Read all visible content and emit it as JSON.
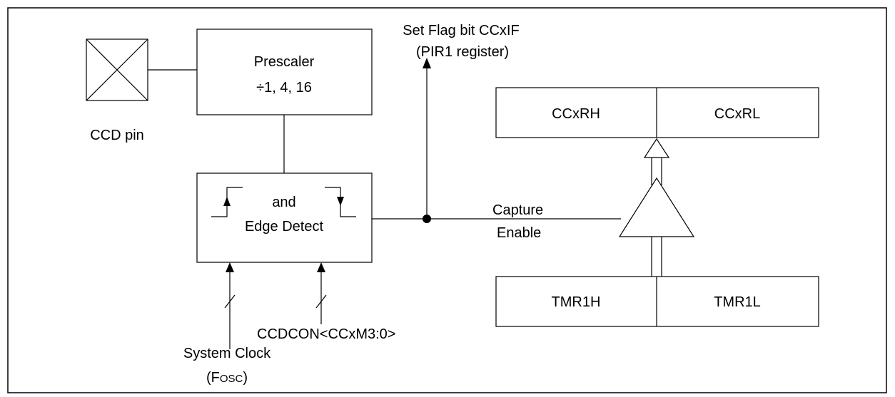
{
  "ccd_pin": {
    "label": "CCD pin"
  },
  "prescaler": {
    "title": "Prescaler",
    "ratios": "÷1, 4, 16"
  },
  "edge_detect": {
    "line1": "and",
    "line2": "Edge Detect"
  },
  "flag": {
    "line1": "Set Flag bit CCxIF",
    "line2": "(PIR1 register)"
  },
  "capture": {
    "line1": "Capture",
    "line2": "Enable"
  },
  "ccxr": {
    "high": "CCxRH",
    "low": "CCxRL"
  },
  "tmr1": {
    "high": "TMR1H",
    "low": "TMR1L"
  },
  "ccdcon": {
    "label": "CCDCON<CCxM3:0>"
  },
  "system_clock": {
    "line1": "System Clock",
    "fosc_main": "F",
    "fosc_sub": "OSC"
  }
}
